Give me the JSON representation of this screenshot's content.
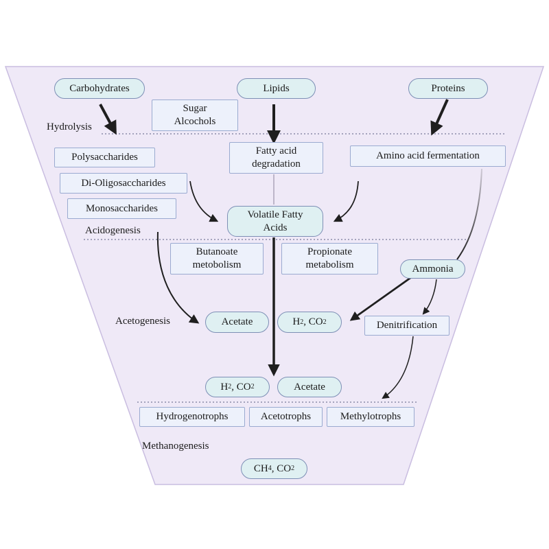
{
  "stages": {
    "hydrolysis": "Hydrolysis",
    "acidogenesis": "Acidogenesis",
    "acetogenesis": "Acetogenesis",
    "methanogenesis": "Methanogenesis"
  },
  "nodes": {
    "carbohydrates": "Carbohydrates",
    "lipids": "Lipids",
    "proteins": "Proteins",
    "sugar_alcohols": "Sugar Alcochols",
    "polysaccharides": "Polysaccharides",
    "di_oligosaccharides": "Di-Oligosaccharides",
    "monosaccharides": "Monosaccharides",
    "fatty_acid_degradation": "Fatty acid degradation",
    "amino_acid_fermentation": "Amino acid fermentation",
    "volatile_fatty_acids": "Volatile Fatty Acids",
    "butanoate_metabolism": "Butanoate metobolism",
    "propionate_metabolism": "Propionate metabolism",
    "ammonia": "Ammonia",
    "acetate_1": "Acetate",
    "h2_co2_1": {
      "a": "H",
      "a_sub": "2",
      "b": " , CO",
      "b_sub": "2"
    },
    "denitrification": "Denitrification",
    "h2_co2_2": {
      "a": "H",
      "a_sub": "2",
      "b": " , CO",
      "b_sub": "2"
    },
    "acetate_2": "Acetate",
    "hydrogenotrophs": "Hydrogenotrophs",
    "acetotrophs": "Acetotrophs",
    "methylotrophs": "Methylotrophs",
    "ch4_co2": {
      "a": "CH",
      "a_sub": "4",
      "b": " , CO",
      "b_sub": "2"
    }
  },
  "colors": {
    "funnel_fill": "#efe9f7",
    "funnel_stroke": "#c9bde0",
    "pill_fill": "#dff0f2",
    "box_fill": "#edf1fb",
    "arrow": "#1f1f1f"
  }
}
